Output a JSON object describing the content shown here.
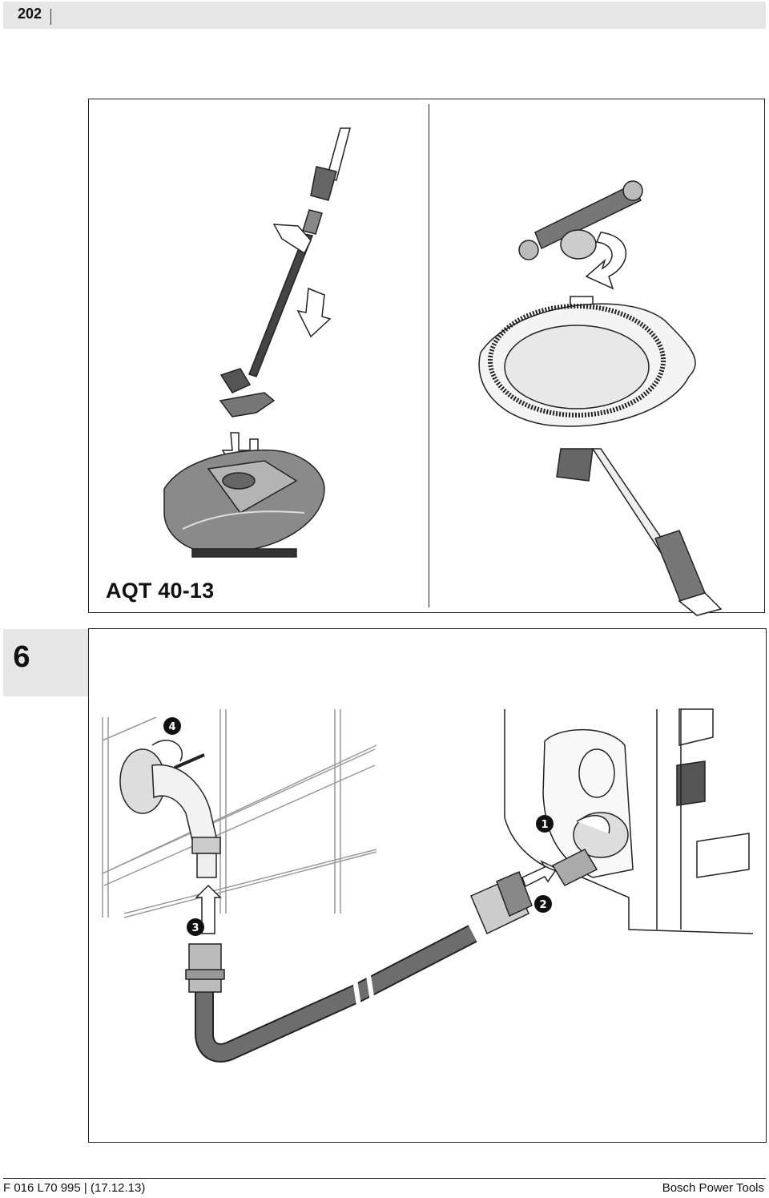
{
  "header": {
    "page_number": "202"
  },
  "top_panel": {
    "model_label": "AQT 40-13"
  },
  "figure": {
    "number": "6"
  },
  "bottom_panel": {
    "steps": [
      {
        "number": "4",
        "symbol": "❹"
      },
      {
        "number": "1",
        "symbol": "❶"
      },
      {
        "number": "2",
        "symbol": "❷"
      },
      {
        "number": "3",
        "symbol": "❸"
      }
    ]
  },
  "footer": {
    "doc_code": "F 016 L70 995 | (17.12.13)",
    "brand": "Bosch Power Tools"
  },
  "colors": {
    "tab_gray": "#e6e6e6",
    "hose_gray": "#6d6d6d",
    "line": "#222222"
  }
}
